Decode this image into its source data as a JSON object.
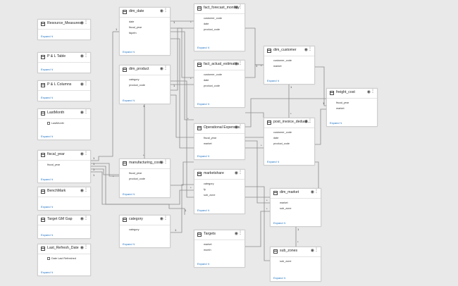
{
  "expand_label": "Expand",
  "tables": {
    "resource_measures": {
      "title": "Resource_Measures",
      "fields": []
    },
    "pl_table": {
      "title": "P & L Table",
      "fields": []
    },
    "pl_columns": {
      "title": "P & L Columns",
      "fields": []
    },
    "lastmonth": {
      "title": "LastMonth",
      "fields": [
        "LastMonth"
      ]
    },
    "fiscal_year": {
      "title": "fiscal_year",
      "fields": [
        "fiscal_year"
      ]
    },
    "benchmark": {
      "title": "BenchMark",
      "fields": []
    },
    "target_gm_gap": {
      "title": "Target GM Gap",
      "fields": []
    },
    "last_refresh_date": {
      "title": "Last_Refresh_Date",
      "fields": [
        "Date Last Refreshed"
      ]
    },
    "dim_date": {
      "title": "dim_date",
      "fields": [
        "date",
        "fiscal_year",
        "fdpeth"
      ]
    },
    "dim_product": {
      "title": "dim_product",
      "fields": [
        "category",
        "product_code"
      ]
    },
    "fact_forecast_monthly": {
      "title": "fact_forecast_monthly",
      "fields": [
        "customer_code",
        "date",
        "product_code"
      ]
    },
    "fact_actual_estimates": {
      "title": "fact_actual_estimates",
      "fields": [
        "customer_code",
        "date",
        "product_code"
      ]
    },
    "dim_customer": {
      "title": "dim_customer",
      "fields": [
        "customer_code",
        "market"
      ]
    },
    "freight_cost": {
      "title": "freight_cost",
      "fields": [
        "fiscal_year",
        "market"
      ]
    },
    "operational_expenses": {
      "title": "Operational Expenses",
      "fields": [
        "fiscal_year",
        "market"
      ]
    },
    "post_invoice_deductions": {
      "title": "post_invoice_deducti...",
      "fields": [
        "customer_code",
        "date",
        "product_code"
      ]
    },
    "manufacturing_cost": {
      "title": "manufacturing_cost",
      "fields": [
        "fiscal_year",
        "product_code"
      ]
    },
    "marketshare": {
      "title": "marketshare",
      "fields": [
        "category",
        "fy",
        "sub_zone"
      ]
    },
    "dim_market": {
      "title": "dim_market",
      "fields": [
        "market",
        "sub_zone"
      ]
    },
    "category": {
      "title": "category",
      "fields": [
        "category"
      ]
    },
    "targets": {
      "title": "Targets",
      "fields": [
        "market",
        "month"
      ]
    },
    "sub_zones": {
      "title": "sub_zones",
      "fields": [
        "sub_zone"
      ]
    }
  },
  "cardinality": {
    "one": "1",
    "many": "*"
  }
}
